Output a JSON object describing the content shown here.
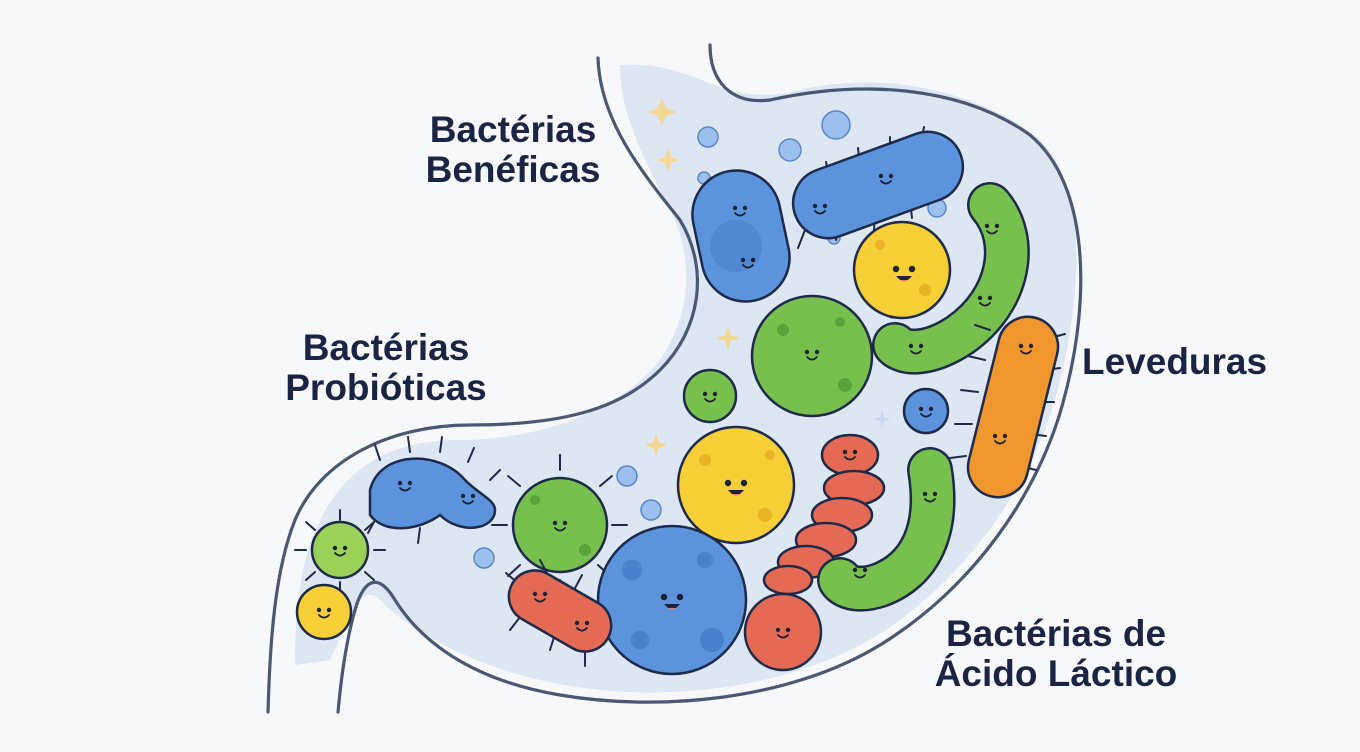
{
  "labels": {
    "beneficas": {
      "line1": "Bactérias",
      "line2": "Benéficas"
    },
    "probioticas": {
      "line1": "Bactérias",
      "line2": "Probióticas"
    },
    "leveduras": {
      "line1": "Leveduras"
    },
    "lactico": {
      "line1": "Bactérias de",
      "line2": "Ácido Láctico"
    }
  },
  "colors": {
    "background": "#f7f8fa",
    "stomach_outline": "#4a5873",
    "stomach_fill": "#dde6f3",
    "label_text": "#1b2445",
    "blue_microbe": "#5b93dc",
    "green_microbe": "#78c04e",
    "yellow_microbe": "#f7cf36",
    "orange_microbe": "#f0962e",
    "red_microbe": "#e46a56"
  },
  "icons": [
    "sparkle-icon",
    "bubble-icon",
    "smiley-face-icon"
  ]
}
